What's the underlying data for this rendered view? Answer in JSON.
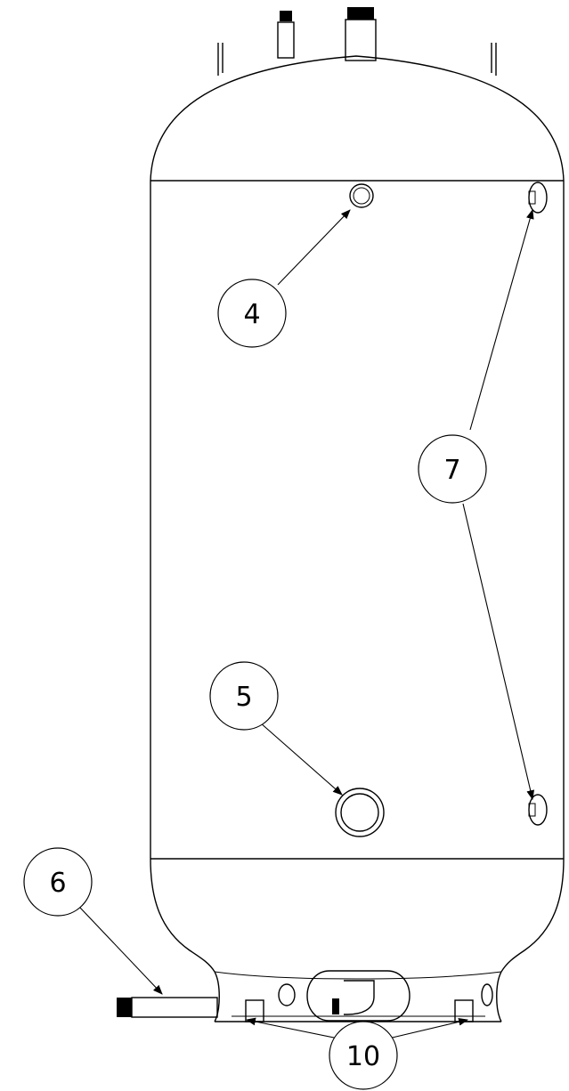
{
  "drawing": {
    "callouts": [
      {
        "id": "callout-4",
        "label": "4"
      },
      {
        "id": "callout-5",
        "label": "5"
      },
      {
        "id": "callout-6",
        "label": "6"
      },
      {
        "id": "callout-7",
        "label": "7"
      },
      {
        "id": "callout-10",
        "label": "10"
      }
    ],
    "colors": {
      "line": "#000000",
      "background": "#ffffff"
    }
  }
}
